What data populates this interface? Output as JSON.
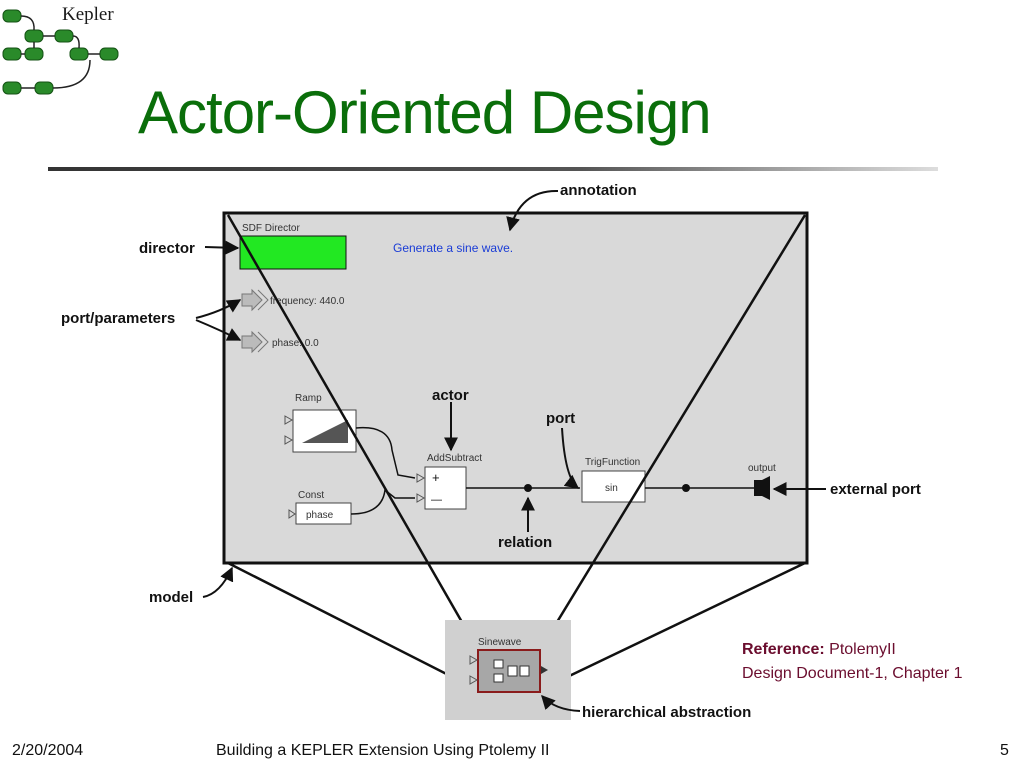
{
  "logo": {
    "text": "Kepler"
  },
  "title": "Actor-Oriented Design",
  "diagram": {
    "director_box_label": "SDF Director",
    "annotation_text": "Generate a sine wave.",
    "param_frequency": "frequency: 440.0",
    "param_phase": "phase: 0.0",
    "actor_ramp": "Ramp",
    "actor_const": "Const",
    "const_value": "phase",
    "actor_addsubtract": "AddSubtract",
    "addsub_plus": "+",
    "addsub_minus": "—",
    "actor_trig": "TrigFunction",
    "trig_value": "sin",
    "output_label": "output",
    "sinewave_label": "Sinewave",
    "callouts": {
      "annotation": "annotation",
      "director": "director",
      "port_parameters": "port/parameters",
      "actor": "actor",
      "port": "port",
      "relation": "relation",
      "external_port": "external port",
      "model": "model",
      "hierarchical_abstraction": "hierarchical abstraction"
    }
  },
  "reference": {
    "label": "Reference:",
    "line1": "PtolemyII",
    "line2": "Design Document-1, Chapter 1"
  },
  "footer": {
    "date": "2/20/2004",
    "center": "Building a KEPLER Extension Using Ptolemy II",
    "page": "5"
  },
  "colors": {
    "title_green": "#0a6e0a",
    "director_green": "#22e822",
    "model_gray": "#d9d9d9",
    "reference_color": "#6b0d2e"
  }
}
